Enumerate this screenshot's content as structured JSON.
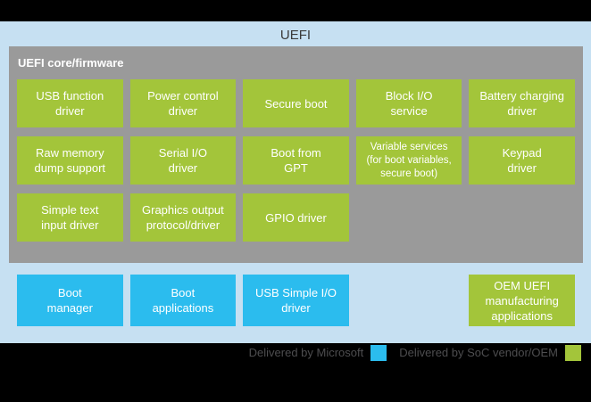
{
  "title": "UEFI",
  "colors": {
    "background_blue": "#c6e0f2",
    "core_gray": "#9a9a9a",
    "microsoft_blue": "#2bbcee",
    "soc_oem_green": "#a3c53a",
    "box_text": "#ffffff",
    "legend_text": "#4d4d4f"
  },
  "core": {
    "label": "UEFI core/firmware",
    "boxes": [
      {
        "label": "USB function\ndriver"
      },
      {
        "label": "Power control\ndriver"
      },
      {
        "label": "Secure boot"
      },
      {
        "label": "Block I/O\nservice"
      },
      {
        "label": "Battery charging\ndriver"
      },
      {
        "label": "Raw memory\ndump support"
      },
      {
        "label": "Serial I/O\ndriver"
      },
      {
        "label": "Boot from\nGPT"
      },
      {
        "label": "Variable services\n(for boot variables,\nsecure boot)"
      },
      {
        "label": "Keypad\ndriver"
      },
      {
        "label": "Simple text\ninput driver"
      },
      {
        "label": "Graphics output\nprotocol/driver"
      },
      {
        "label": "GPIO driver"
      }
    ]
  },
  "bottom": {
    "boxes": [
      {
        "label": "Boot\nmanager",
        "delivered_by": "Microsoft"
      },
      {
        "label": "Boot\napplications",
        "delivered_by": "Microsoft"
      },
      {
        "label": "USB Simple I/O\ndriver",
        "delivered_by": "Microsoft"
      },
      {
        "label": "OEM UEFI\nmanufacturing\napplications",
        "delivered_by": "SoC vendor/OEM"
      }
    ]
  },
  "legend": {
    "items": [
      {
        "label": "Delivered by Microsoft",
        "color": "#2bbcee"
      },
      {
        "label": "Delivered by SoC vendor/OEM",
        "color": "#a3c53a"
      }
    ]
  }
}
